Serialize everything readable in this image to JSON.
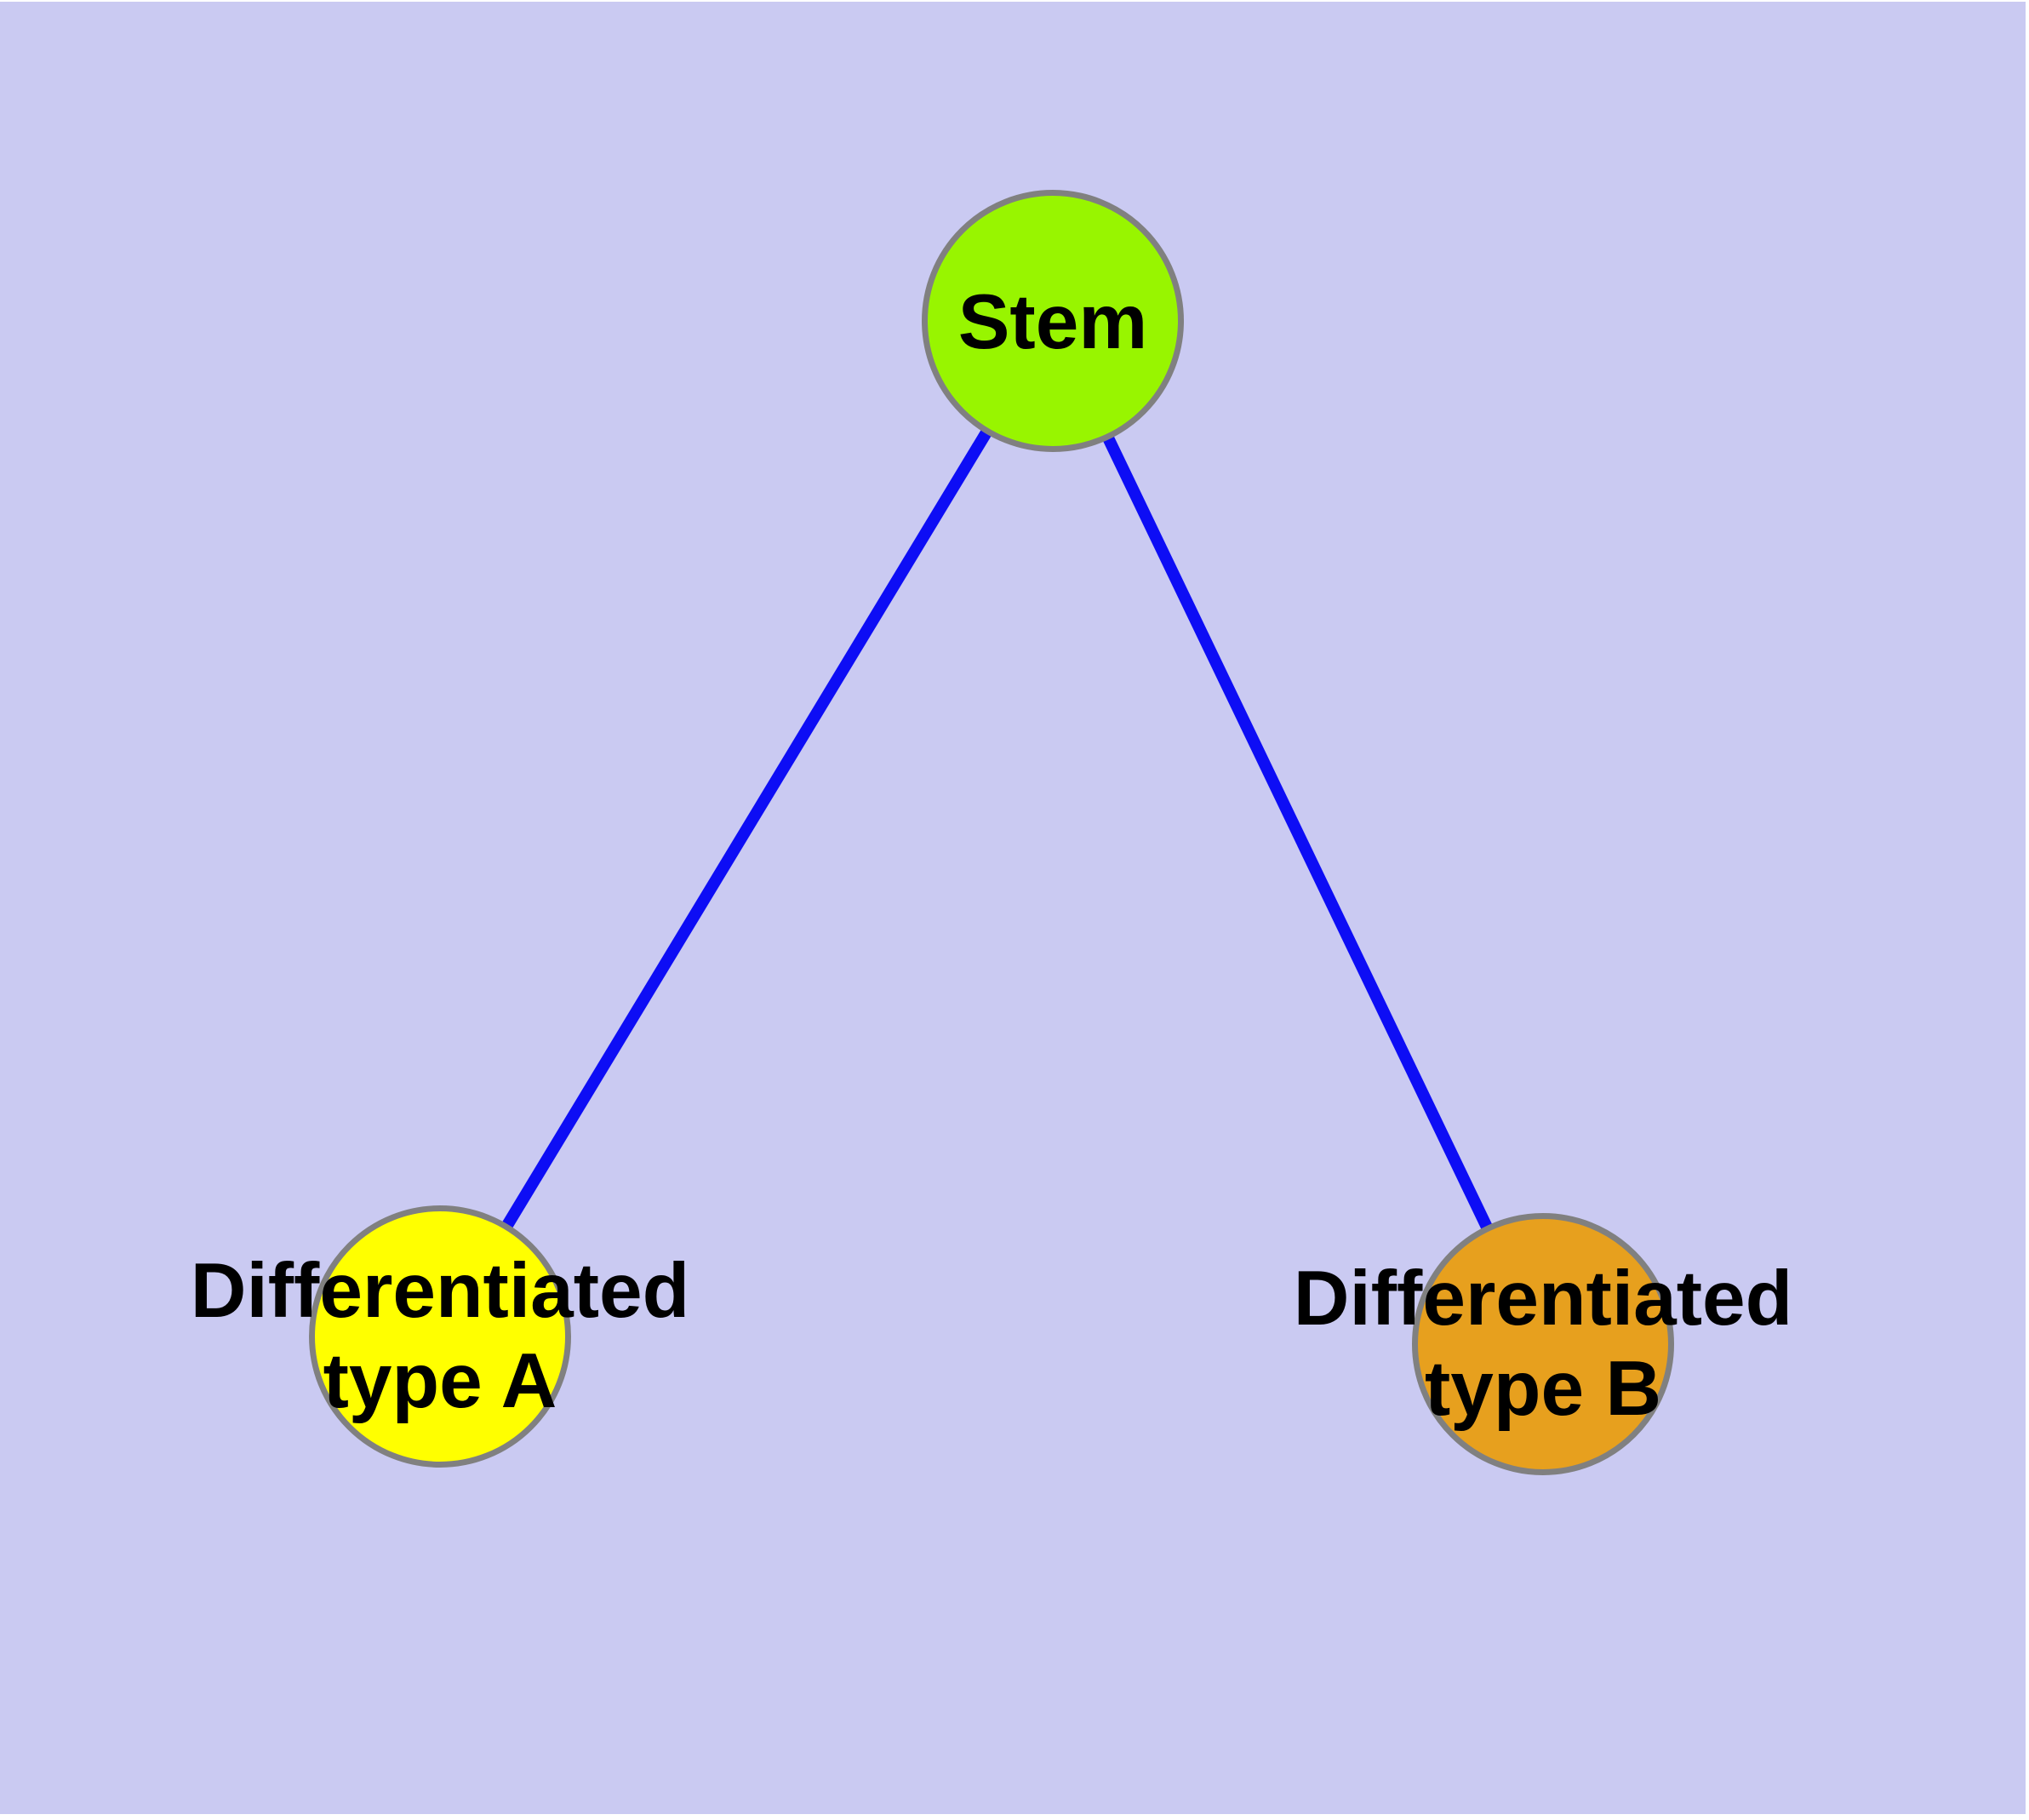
{
  "diagram": {
    "type": "graph",
    "background_color": "#CACAF2",
    "page_margin_color": "#FFFFFF",
    "edge_color": "#0D0DF5",
    "node_border_color": "#808080",
    "label_color": "#000000",
    "nodes": [
      {
        "id": "stem",
        "label": "Stem",
        "fill": "#98F500"
      },
      {
        "id": "type-a",
        "label": "Differentiated\ntype A",
        "fill": "#FFFF00"
      },
      {
        "id": "type-b",
        "label": "Differentiated\ntype B",
        "fill": "#E7A01E"
      }
    ],
    "edges": [
      {
        "from": "stem",
        "to": "type-a"
      },
      {
        "from": "stem",
        "to": "type-b"
      }
    ]
  }
}
